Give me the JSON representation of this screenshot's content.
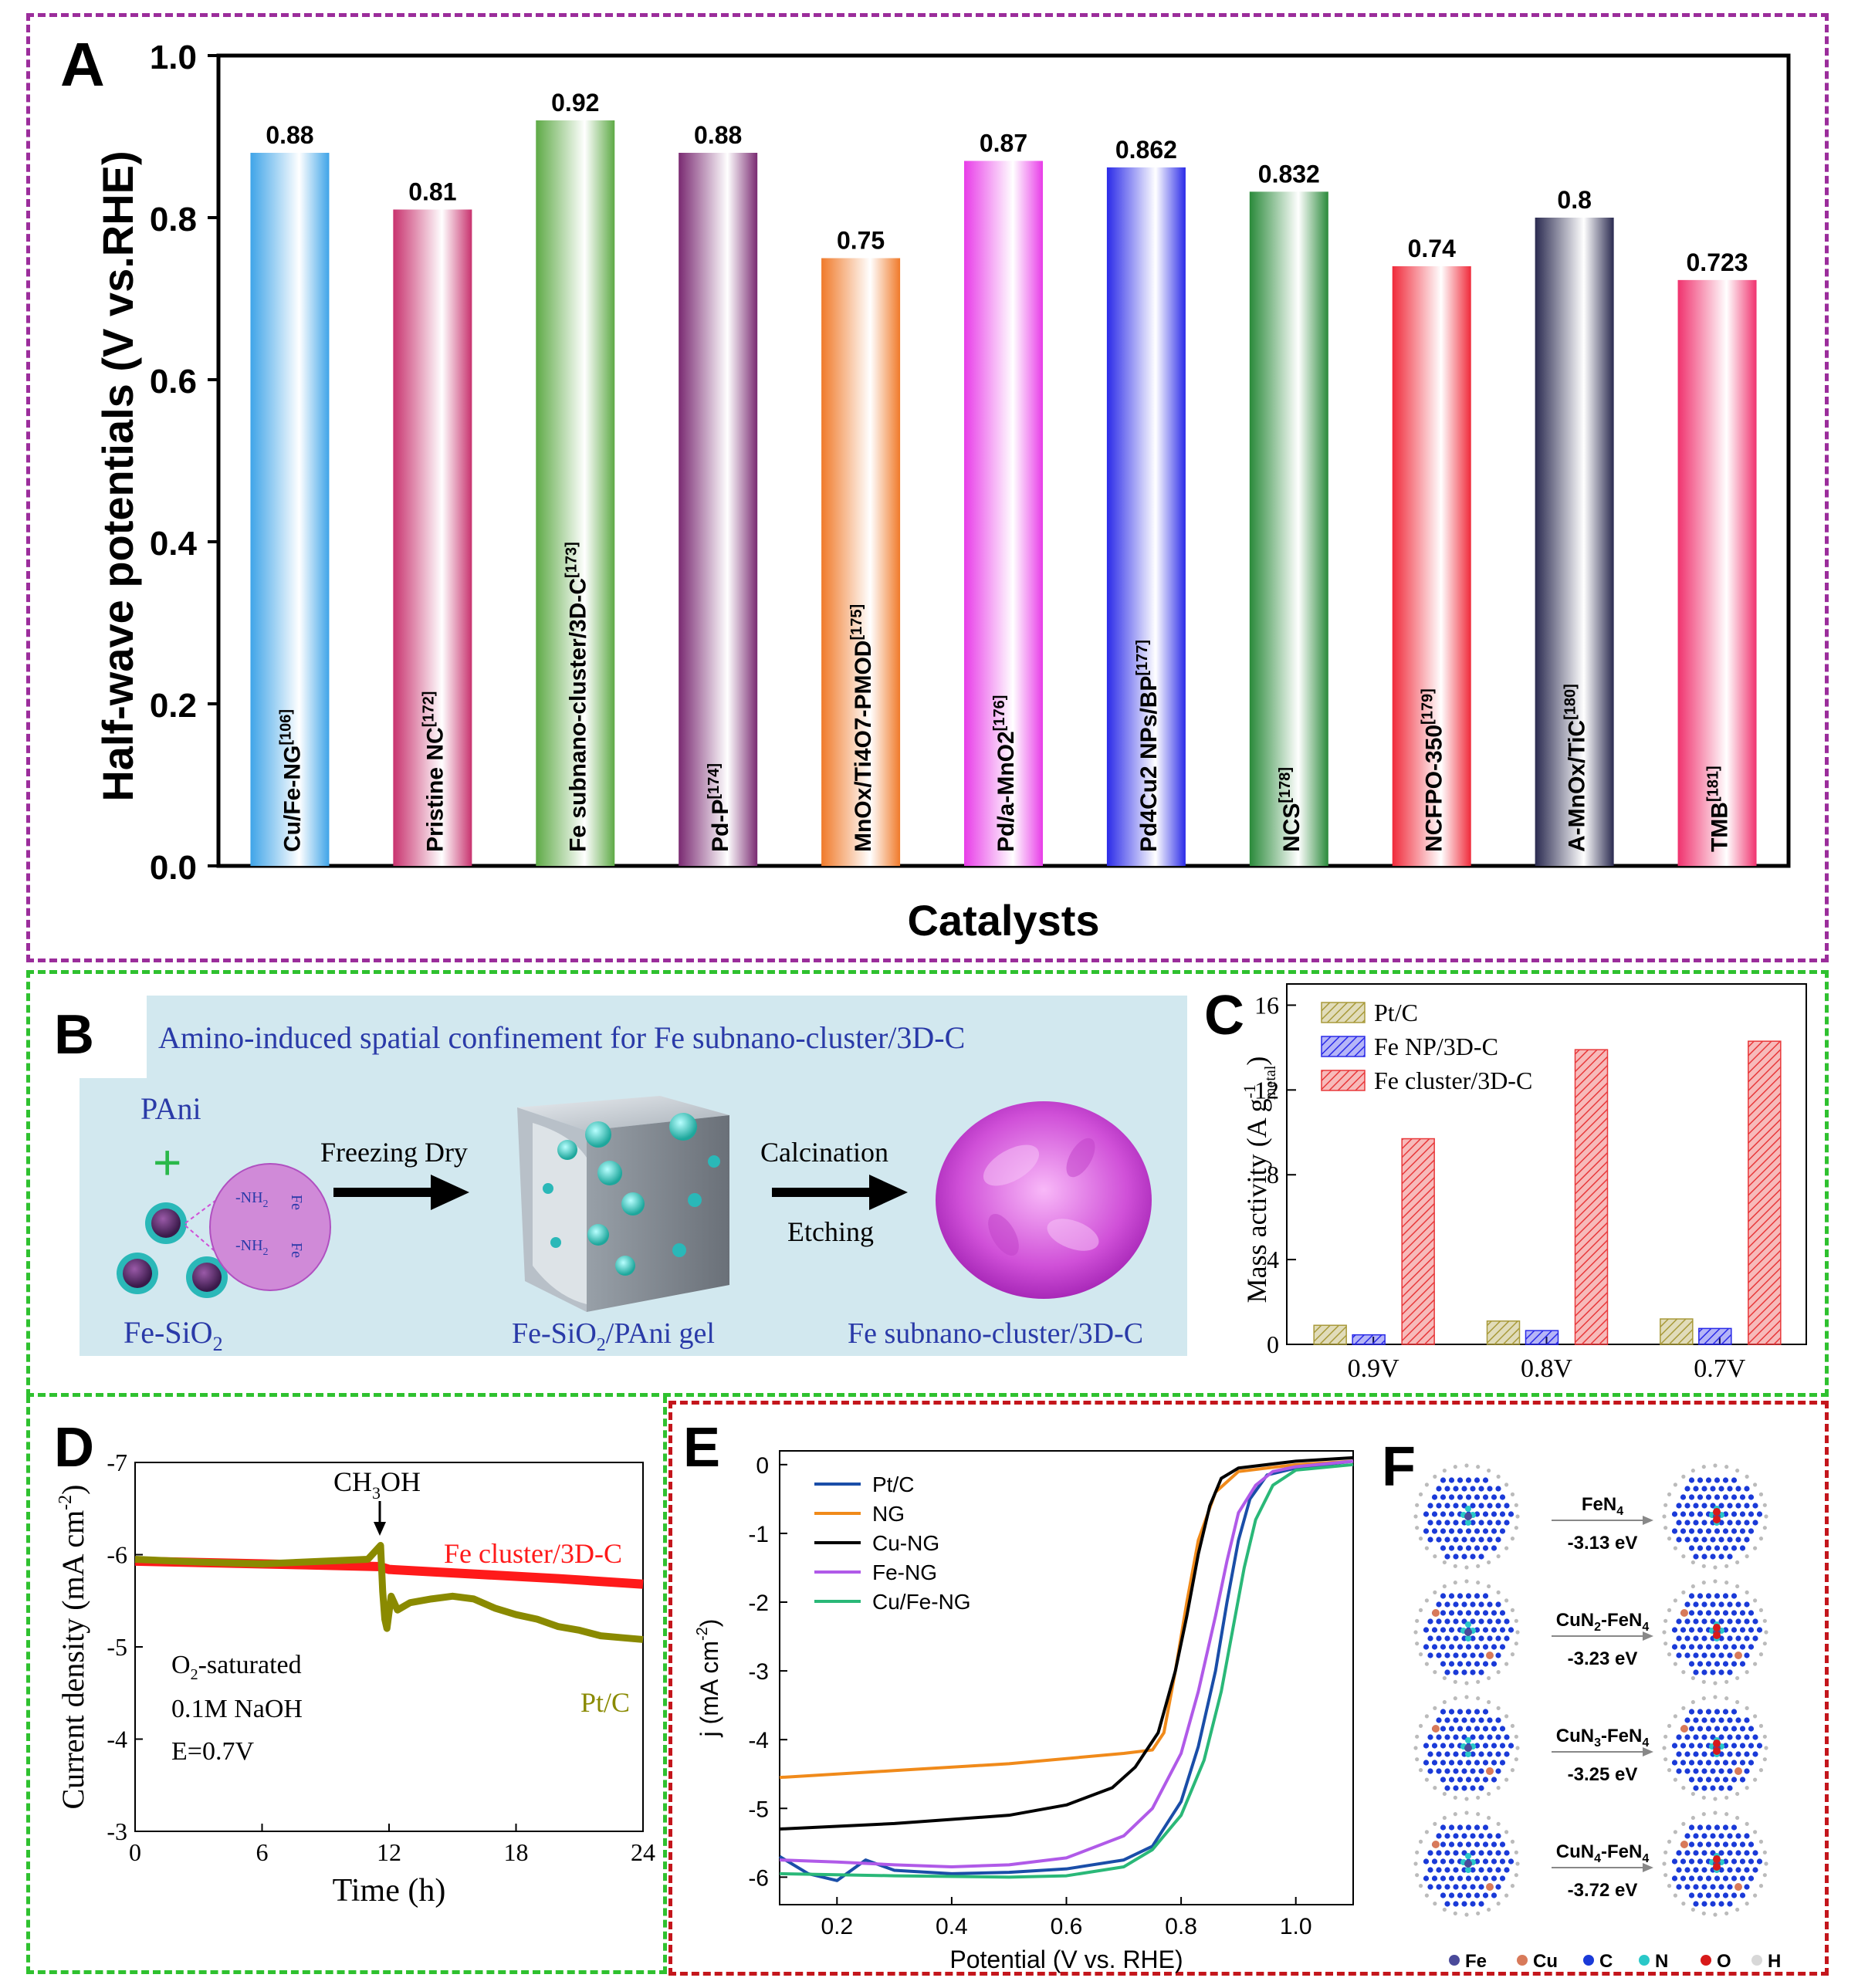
{
  "panels": {
    "a": "A",
    "b": "B",
    "c": "C",
    "d": "D",
    "e": "E",
    "f": "F"
  },
  "colors": {
    "frame_a": "#9b2d9b",
    "frame_bcd": "#2fc12f",
    "frame_ef": "#c4161c"
  },
  "chart_data": [
    {
      "id": "A",
      "type": "bar",
      "xlabel": "Catalysts",
      "ylabel": "Half-wave potentials (V vs.RHE)",
      "ylim": [
        0.0,
        1.0
      ],
      "yticks": [
        "0.0",
        "0.2",
        "0.4",
        "0.6",
        "0.8",
        "1.0"
      ],
      "grid": false,
      "categories": [
        {
          "label": "Cu/Fe-NG",
          "ref": "[106]"
        },
        {
          "label": "Pristine NC",
          "ref": "[172]"
        },
        {
          "label": "Fe subnano-cluster/3D-C",
          "ref": "[173]"
        },
        {
          "label": "Pd-P",
          "ref": "[174]"
        },
        {
          "label": "MnOx/Ti4O7-PMOD",
          "ref": "[175]"
        },
        {
          "label": "Pd/a-MnO2",
          "ref": "[176]"
        },
        {
          "label": "Pd4Cu2 NPs/BP",
          "ref": "[177]"
        },
        {
          "label": "NCS",
          "ref": "[178]"
        },
        {
          "label": "NCFPO-350",
          "ref": "[179]"
        },
        {
          "label": "A-MnOx/TiC",
          "ref": "[180]"
        },
        {
          "label": "TMB",
          "ref": "[181]"
        }
      ],
      "values": [
        0.88,
        0.81,
        0.92,
        0.88,
        0.75,
        0.87,
        0.862,
        0.832,
        0.74,
        0.8,
        0.723
      ],
      "value_labels": [
        "0.88",
        "0.81",
        "0.92",
        "0.88",
        "0.75",
        "0.87",
        "0.862",
        "0.832",
        "0.74",
        "0.8",
        "0.723"
      ],
      "bar_colors": [
        "#3fa4e8",
        "#c8326e",
        "#5eaa46",
        "#7a2a72",
        "#f07a2a",
        "#e83ce8",
        "#2a2ae8",
        "#2a8a3a",
        "#f02a3a",
        "#2a2a50",
        "#f0326e"
      ]
    },
    {
      "id": "C",
      "type": "bar",
      "ylabel": "Mass activity (A g",
      "ylabel_sup": "-1",
      "ylabel_sub": "metal",
      "ylim": [
        0,
        17
      ],
      "yticks": [
        "0",
        "4",
        "8",
        "12",
        "16"
      ],
      "categories": [
        "0.9V",
        "0.8V",
        "0.7V"
      ],
      "series": [
        {
          "name": "Pt/C",
          "values": [
            0.9,
            1.1,
            1.2
          ],
          "color": "#a89a3a"
        },
        {
          "name": "Fe NP/3D-C",
          "values": [
            0.45,
            0.65,
            0.75
          ],
          "color": "#2a2ae8"
        },
        {
          "name": "Fe cluster/3D-C",
          "values": [
            9.7,
            13.9,
            14.3
          ],
          "color": "#e8383a"
        }
      ],
      "legend": "top-left"
    },
    {
      "id": "D",
      "type": "line",
      "xlabel": "Time (h)",
      "ylabel": "Current density (mA cm",
      "ylabel_sup": "-2",
      "xlim": [
        0,
        24
      ],
      "ylim": [
        -3,
        -7
      ],
      "xticks": [
        "0",
        "6",
        "12",
        "18",
        "24"
      ],
      "yticks": [
        "-3",
        "-4",
        "-5",
        "-6",
        "-7"
      ],
      "annotation": "CH",
      "annotation_sub": "3",
      "annotation_tail": "OH",
      "conditions": [
        "O",
        "2",
        "-saturated",
        "0.1M NaOH",
        "E=0.7V"
      ],
      "series": [
        {
          "name": "Fe cluster/3D-C",
          "color": "#ff1a1a",
          "x": [
            0,
            4,
            8,
            11.6,
            12,
            16,
            20,
            24
          ],
          "y": [
            -5.93,
            -5.91,
            -5.89,
            -5.87,
            -5.84,
            -5.79,
            -5.74,
            -5.68
          ]
        },
        {
          "name": "Pt/C",
          "color": "#8a8a00",
          "x": [
            0,
            3,
            6,
            9,
            11,
            11.6,
            11.7,
            11.8,
            11.9,
            12.1,
            12.4,
            13,
            14,
            15,
            16,
            17,
            18,
            19,
            20,
            21,
            22,
            23,
            24
          ],
          "y": [
            -5.95,
            -5.92,
            -5.9,
            -5.93,
            -5.95,
            -6.1,
            -5.6,
            -5.3,
            -5.2,
            -5.55,
            -5.4,
            -5.48,
            -5.52,
            -5.55,
            -5.52,
            -5.42,
            -5.35,
            -5.3,
            -5.22,
            -5.18,
            -5.12,
            -5.1,
            -5.08
          ]
        }
      ]
    },
    {
      "id": "E",
      "type": "line",
      "xlabel": "Potential (V vs. RHE)",
      "ylabel": "j (mA cm",
      "ylabel_sup": "-2",
      "xlim": [
        0.1,
        1.1
      ],
      "ylim": [
        -6.4,
        0.2
      ],
      "xticks": [
        "0.2",
        "0.4",
        "0.6",
        "0.8",
        "1.0"
      ],
      "yticks": [
        "0",
        "-1",
        "-2",
        "-3",
        "-4",
        "-5",
        "-6"
      ],
      "legend": "top-left",
      "series": [
        {
          "name": "Pt/C",
          "color": "#1a4ea8",
          "x": [
            0.1,
            0.15,
            0.2,
            0.25,
            0.3,
            0.4,
            0.5,
            0.6,
            0.7,
            0.75,
            0.8,
            0.83,
            0.86,
            0.88,
            0.9,
            0.92,
            0.95,
            1.0,
            1.1
          ],
          "y": [
            -5.7,
            -5.95,
            -6.05,
            -5.75,
            -5.9,
            -5.95,
            -5.93,
            -5.88,
            -5.75,
            -5.55,
            -4.9,
            -4.1,
            -3.0,
            -2.0,
            -1.1,
            -0.5,
            -0.15,
            -0.05,
            0.05
          ]
        },
        {
          "name": "NG",
          "color": "#f08a1a",
          "x": [
            0.1,
            0.3,
            0.5,
            0.7,
            0.75,
            0.77,
            0.79,
            0.81,
            0.83,
            0.86,
            0.9,
            1.0,
            1.1
          ],
          "y": [
            -4.55,
            -4.45,
            -4.35,
            -4.2,
            -4.15,
            -3.9,
            -3.0,
            -2.0,
            -1.1,
            -0.4,
            -0.1,
            0.0,
            0.05
          ]
        },
        {
          "name": "Cu-NG",
          "color": "#000000",
          "x": [
            0.1,
            0.3,
            0.5,
            0.6,
            0.68,
            0.72,
            0.76,
            0.79,
            0.81,
            0.83,
            0.85,
            0.87,
            0.9,
            1.0,
            1.1
          ],
          "y": [
            -5.3,
            -5.22,
            -5.1,
            -4.95,
            -4.7,
            -4.4,
            -3.9,
            -3.0,
            -2.2,
            -1.3,
            -0.6,
            -0.2,
            -0.05,
            0.05,
            0.1
          ]
        },
        {
          "name": "Fe-NG",
          "color": "#b05ae8",
          "x": [
            0.1,
            0.2,
            0.3,
            0.4,
            0.5,
            0.6,
            0.7,
            0.75,
            0.8,
            0.83,
            0.86,
            0.88,
            0.9,
            0.93,
            0.96,
            1.0,
            1.1
          ],
          "y": [
            -5.75,
            -5.78,
            -5.82,
            -5.85,
            -5.82,
            -5.72,
            -5.4,
            -5.0,
            -4.2,
            -3.3,
            -2.2,
            -1.4,
            -0.7,
            -0.3,
            -0.1,
            -0.03,
            0.05
          ]
        },
        {
          "name": "Cu/Fe-NG",
          "color": "#2ab878",
          "x": [
            0.1,
            0.3,
            0.5,
            0.6,
            0.7,
            0.75,
            0.8,
            0.84,
            0.87,
            0.89,
            0.91,
            0.93,
            0.96,
            1.0,
            1.1
          ],
          "y": [
            -5.95,
            -5.98,
            -6.0,
            -5.98,
            -5.85,
            -5.6,
            -5.1,
            -4.3,
            -3.3,
            -2.4,
            -1.5,
            -0.8,
            -0.3,
            -0.08,
            0.0
          ]
        }
      ]
    }
  ],
  "scheme_b": {
    "title": "Amino-induced spatial confinement for Fe subnano-cluster/3D-C",
    "pani": "PAni",
    "plus": "+",
    "fe_sio2": "Fe-SiO",
    "fe_sio2_sub": "2",
    "nh2": "-NH",
    "nh2_sub": "2",
    "fe": "Fe",
    "step1": "Freezing Dry",
    "gel": "Fe-SiO",
    "gel_sub": "2",
    "gel_tail": "/PAni gel",
    "step2a": "Calcination",
    "step2b": "Etching",
    "product": "Fe subnano-cluster/3D-C"
  },
  "scheme_f": {
    "steps": [
      {
        "name": "FeN",
        "sub": "4",
        "tail": "",
        "energy": "-3.13 eV"
      },
      {
        "name": "CuN",
        "sub": "2",
        "tail": "-FeN",
        "sub2": "4",
        "energy": "-3.23 eV"
      },
      {
        "name": "CuN",
        "sub": "3",
        "tail": "-FeN",
        "sub2": "4",
        "energy": "-3.25 eV"
      },
      {
        "name": "CuN",
        "sub": "4",
        "tail": "-FeN",
        "sub2": "4",
        "energy": "-3.72 eV"
      }
    ],
    "legend": [
      {
        "label": "Fe",
        "color": "#4a4a9a"
      },
      {
        "label": "Cu",
        "color": "#d87a5a"
      },
      {
        "label": "C",
        "color": "#1a3ad8"
      },
      {
        "label": "N",
        "color": "#2ac8c8"
      },
      {
        "label": "O",
        "color": "#d81a1a"
      },
      {
        "label": "H",
        "color": "#d8d8d8"
      }
    ]
  }
}
